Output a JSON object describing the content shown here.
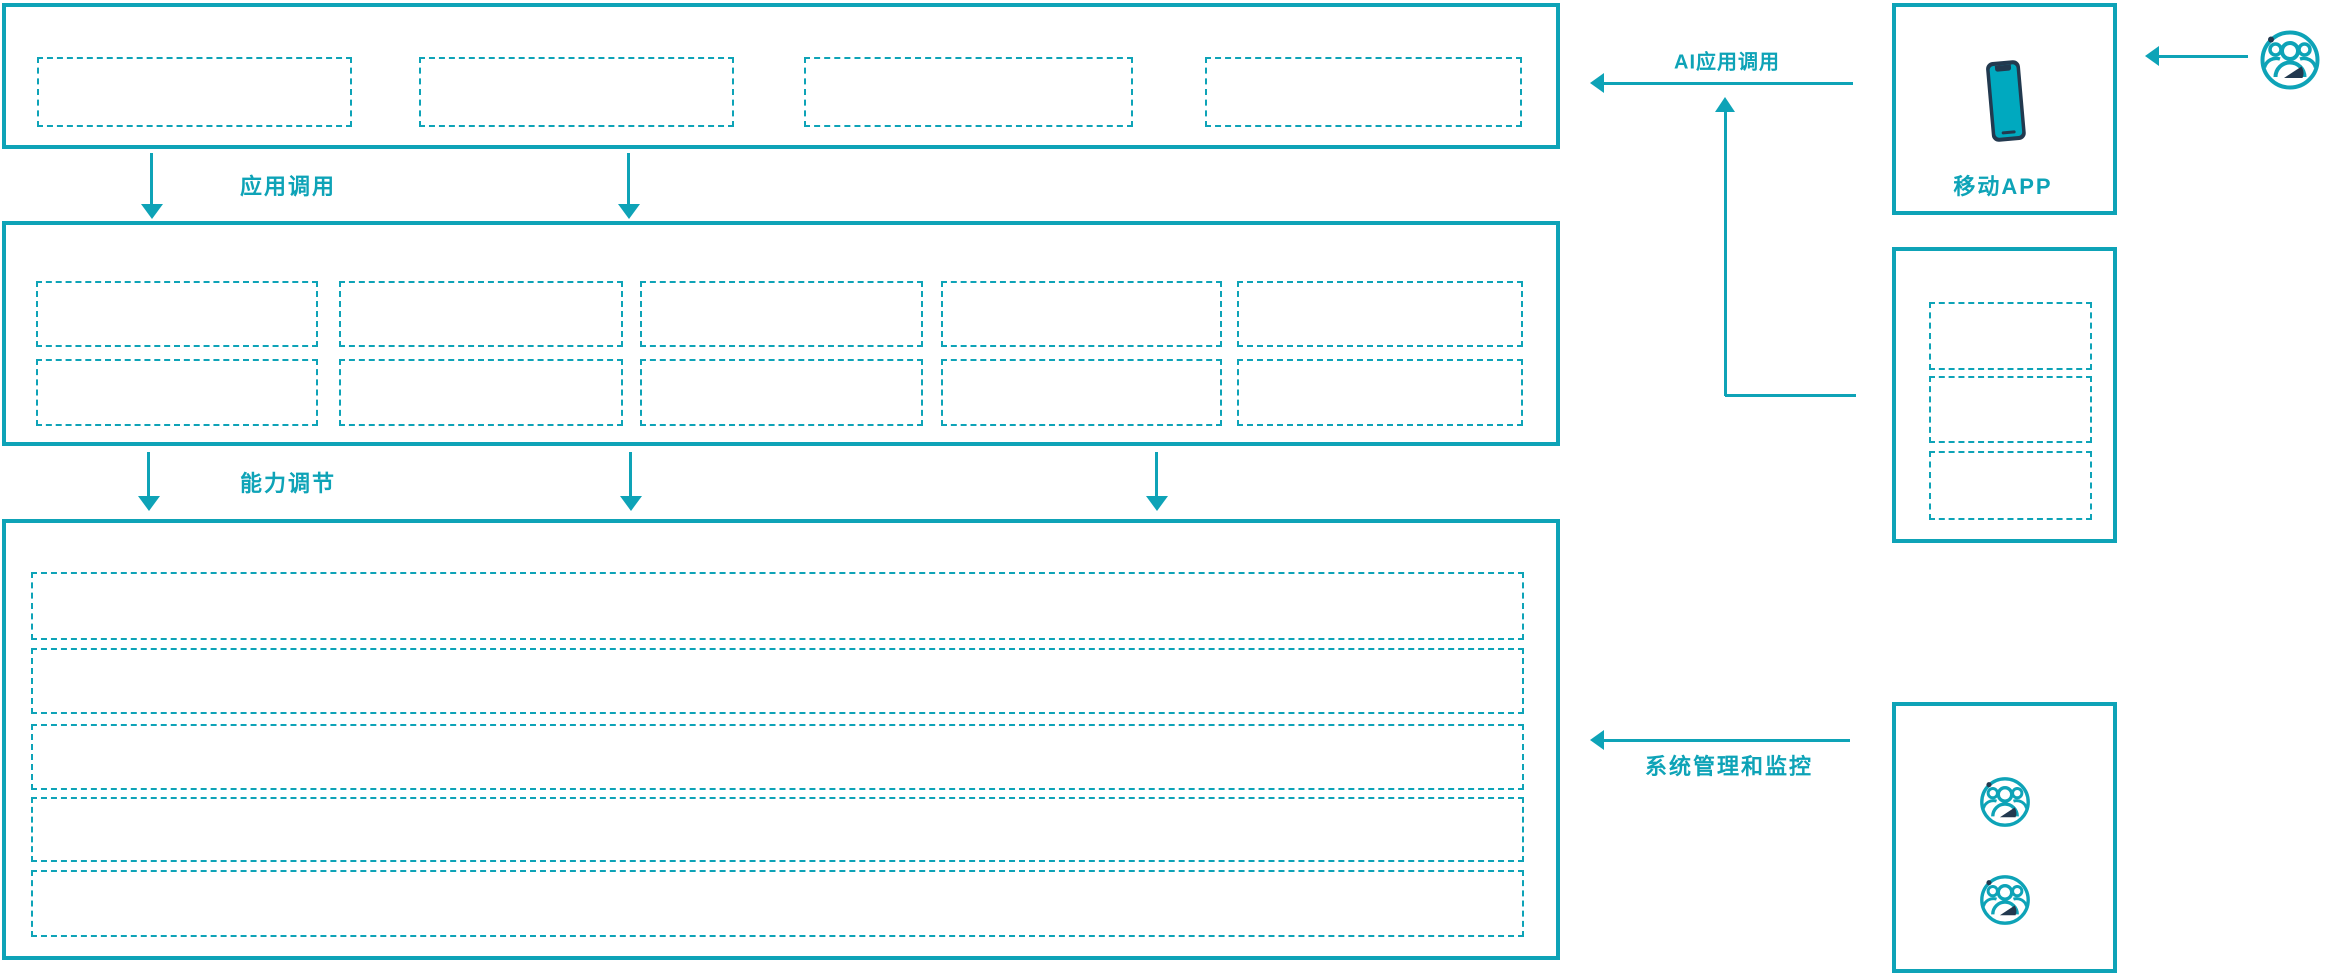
{
  "diagram": {
    "labels": {
      "app_call": "应用调用",
      "capability_tuning": "能力调节",
      "ai_app_call": "AI应用调用",
      "mobile_app": "移动APP",
      "system_monitoring": "系统管理和监控"
    },
    "colors": {
      "teal": "#0ea3b7",
      "navy": "#22394f",
      "phone_screen": "#00a9bf",
      "background": "#ffffff"
    },
    "sections": {
      "top_layer": {
        "placeholder_count": 4
      },
      "middle_layer": {
        "rows": 2,
        "cols": 5,
        "placeholder_count": 10
      },
      "bottom_layer": {
        "placeholder_count": 5
      },
      "mobile_app_box": {
        "label": "移动APP",
        "icon": "smartphone-icon"
      },
      "right_stack_box": {
        "placeholder_count": 3
      },
      "admin_box": {
        "user_icon_count": 2
      }
    },
    "icons": [
      "smartphone-icon",
      "users-group-icon"
    ]
  }
}
